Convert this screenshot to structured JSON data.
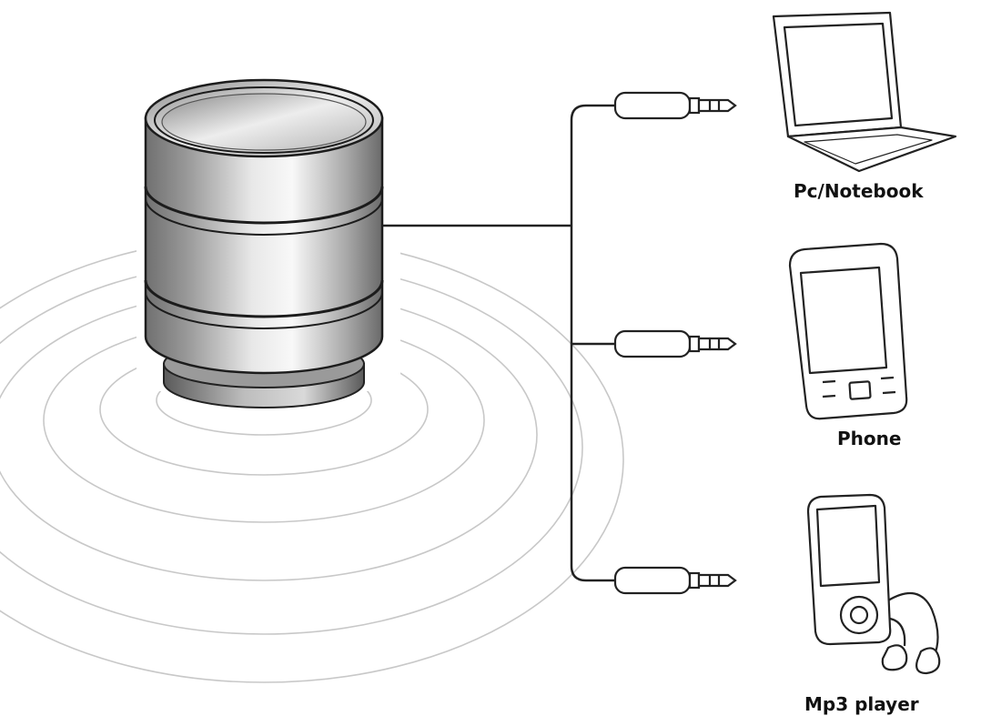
{
  "devices": [
    {
      "label": "Pc/Notebook",
      "icon": "laptop-icon"
    },
    {
      "label": "Phone",
      "icon": "phone-icon"
    },
    {
      "label": "Mp3 player",
      "icon": "mp3-player-icon"
    }
  ],
  "colors": {
    "background": "#ffffff",
    "line": "#222222",
    "speaker_light": "#f2f2f2",
    "speaker_dark": "#6e6e6e"
  }
}
